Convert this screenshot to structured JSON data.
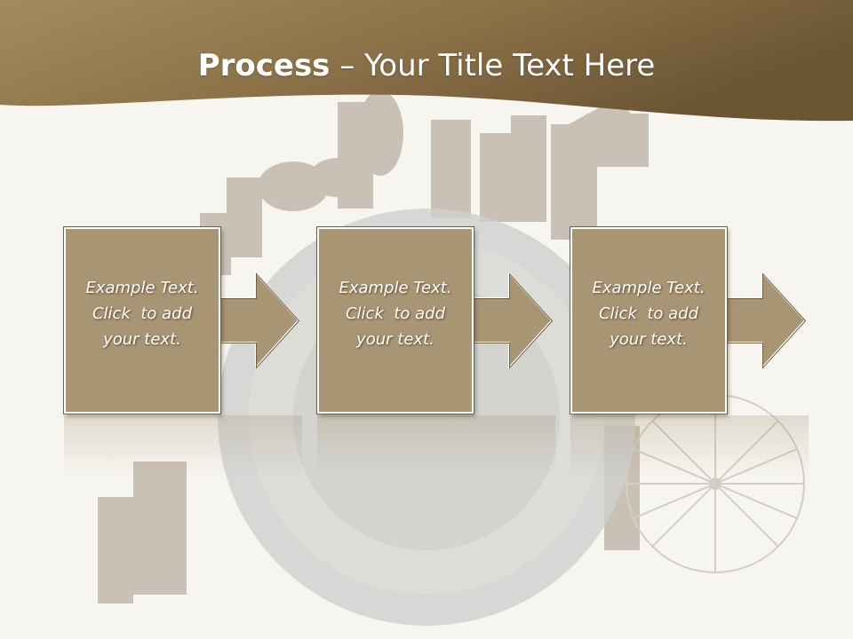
{
  "slide": {
    "title_bold": "Process",
    "title_rest": " – Your Title Text Here"
  },
  "steps": [
    {
      "line1": "Example Text.",
      "line2": "Click  to add",
      "line3": "your text."
    },
    {
      "line1": "Example Text.",
      "line2": "Click  to add",
      "line3": "your text."
    },
    {
      "line1": "Example Text.",
      "line2": "Click  to add",
      "line3": "your text."
    }
  ],
  "colors": {
    "header_dark": "#6b5534",
    "header_light": "#a48a5c",
    "step_fill": "#a89574",
    "background": "#f7f5f0"
  }
}
